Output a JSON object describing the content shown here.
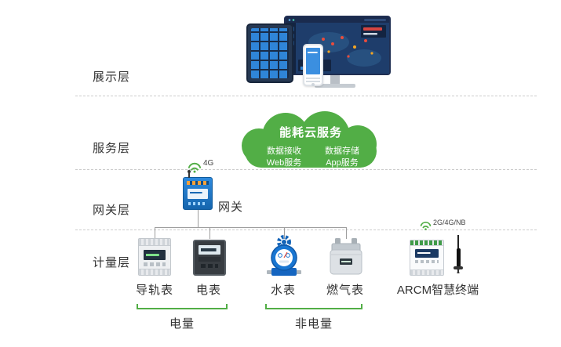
{
  "layers": [
    {
      "label": "展示层"
    },
    {
      "label": "服务层"
    },
    {
      "label": "网关层"
    },
    {
      "label": "计量层"
    }
  ],
  "cloud": {
    "title": "能耗云服务",
    "services": [
      {
        "label": "数据接收"
      },
      {
        "label": "数据存储"
      },
      {
        "label": "Web服务"
      },
      {
        "label": "App服务"
      }
    ]
  },
  "gateway": {
    "label": "网关",
    "wireless_label": "4G"
  },
  "devices": [
    {
      "label": "导轨表"
    },
    {
      "label": "电表"
    },
    {
      "label": "水表"
    },
    {
      "label": "燃气表"
    },
    {
      "label": "ARCM智慧终端",
      "wireless_label": "2G/4G/NB"
    }
  ],
  "groups": [
    {
      "label": "电量"
    },
    {
      "label": "非电量"
    }
  ],
  "colors": {
    "accent-green": "#52ae46",
    "gateway-blue": "#1a72c5",
    "water-blue": "#1976d2",
    "line-gray": "#9e9e9e",
    "dash-gray": "#cccccc",
    "text-dark": "#333333",
    "screen-navy": "#0e1d38",
    "tile-blue": "#2f85d8"
  }
}
